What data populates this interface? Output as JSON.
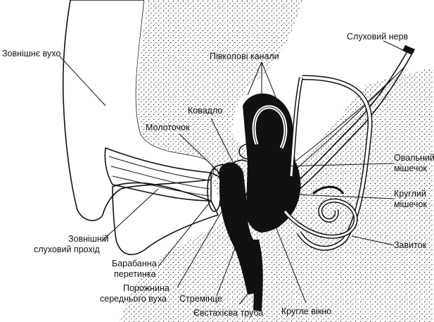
{
  "diagram": {
    "labels": {
      "outer_ear": "Зовнішнє вухо",
      "semicircular_canals": "Півколові канали",
      "auditory_nerve": "Слуховий нерв",
      "incus": "Ковадло",
      "malleus": "Молоточок",
      "utricle_1": "Овальний",
      "utricle_2": "мішечок",
      "saccule_1": "Круглий",
      "saccule_2": "мішечок",
      "cochlea": "Завиток",
      "ear_canal_1": "Зовнішній",
      "ear_canal_2": "слуховий прохід",
      "eardrum_1": "Барабанна",
      "eardrum_2": "перетинка",
      "middle_ear_1": "Порожнина",
      "middle_ear_2": "середнього вуха",
      "stapes": "Стремінце",
      "eustachian_tube": "Євстахієва труба",
      "round_window": "Кругле вікно"
    },
    "colors": {
      "ink": "#111111",
      "background": "#ffffff",
      "bone_fill": "#f4f4f4"
    }
  }
}
